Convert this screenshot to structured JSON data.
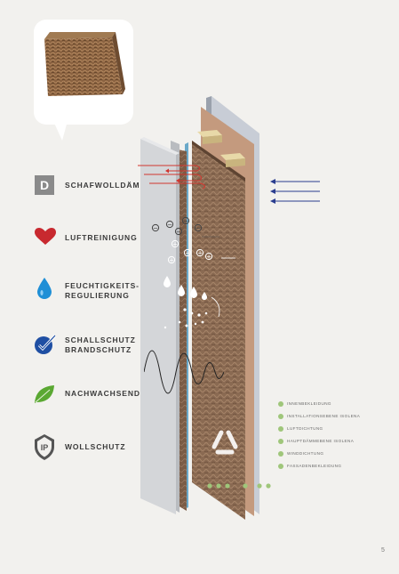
{
  "features": [
    {
      "icon": "wool-d-icon",
      "label": "SCHAFWOLLDÄMMUNG"
    },
    {
      "icon": "heart-icon",
      "label": "LUFTREINIGUNG",
      "color": "#c8292f"
    },
    {
      "icon": "water-drop-icon",
      "label": "FEUCHTIGKEITS-\nREGULIERUNG",
      "color": "#1f8fd6"
    },
    {
      "icon": "checkmark-badge-icon",
      "label": "SCHALLSCHUTZ\nBRANDSCHUTZ",
      "color": "#1f4fa3"
    },
    {
      "icon": "leaf-icon",
      "label": "NACHWACHSEND",
      "color": "#5aa832"
    },
    {
      "icon": "wool-protection-icon",
      "label": "WOLLSCHUTZ",
      "color": "#555555"
    }
  ],
  "layers": [
    "INNENBEKLEIDUNG",
    "INSTALLATIONSEBENE ISOLENA",
    "LUFTDICHTUNG",
    "HAUPTDÄMMEBENE ISOLENA",
    "WINDDICHTUNG",
    "FASSADENBEKLEIDUNG"
  ],
  "page_number": "5",
  "colors": {
    "background": "#f2f1ee",
    "layer_dot": "#9fc67a",
    "arrow_red": "#d1352f",
    "arrow_blue": "#2a3d8f"
  }
}
